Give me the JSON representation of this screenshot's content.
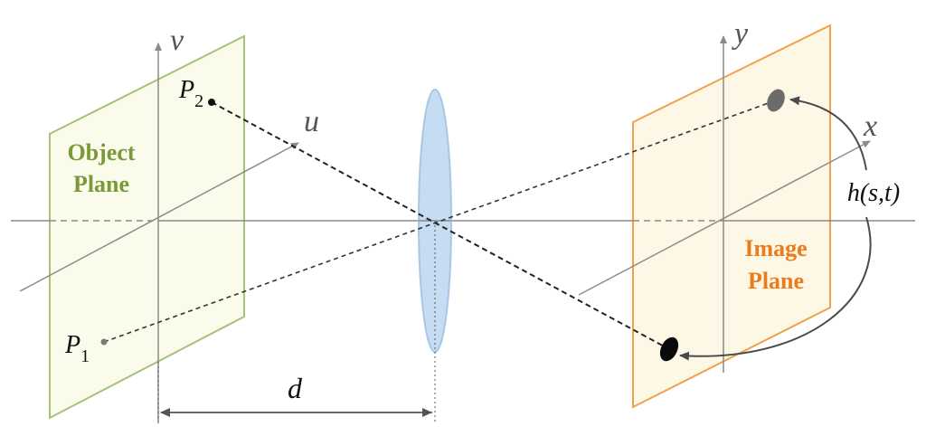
{
  "labels": {
    "axis_v": "v",
    "axis_u": "u",
    "axis_y": "y",
    "axis_x": "x",
    "p1_base": "P",
    "p1_sub": "1",
    "p2_base": "P",
    "p2_sub": "2",
    "object_plane_line1": "Object",
    "object_plane_line2": "Plane",
    "image_plane_line1": "Image",
    "image_plane_line2": "Plane",
    "psf": "h(s,t)",
    "distance": "d"
  },
  "colors": {
    "object_plane_fill": "#fbfbec",
    "object_plane_stroke": "#a6c27a",
    "object_plane_text": "#7a9a3a",
    "image_plane_fill": "#fdf7e6",
    "image_plane_stroke": "#f0a24a",
    "image_plane_text": "#ec7b1c",
    "lens_fill": "#c5dcf3",
    "lens_stroke": "#a9c6e6",
    "axis": "#8a8a8a",
    "ray": "#222222"
  }
}
